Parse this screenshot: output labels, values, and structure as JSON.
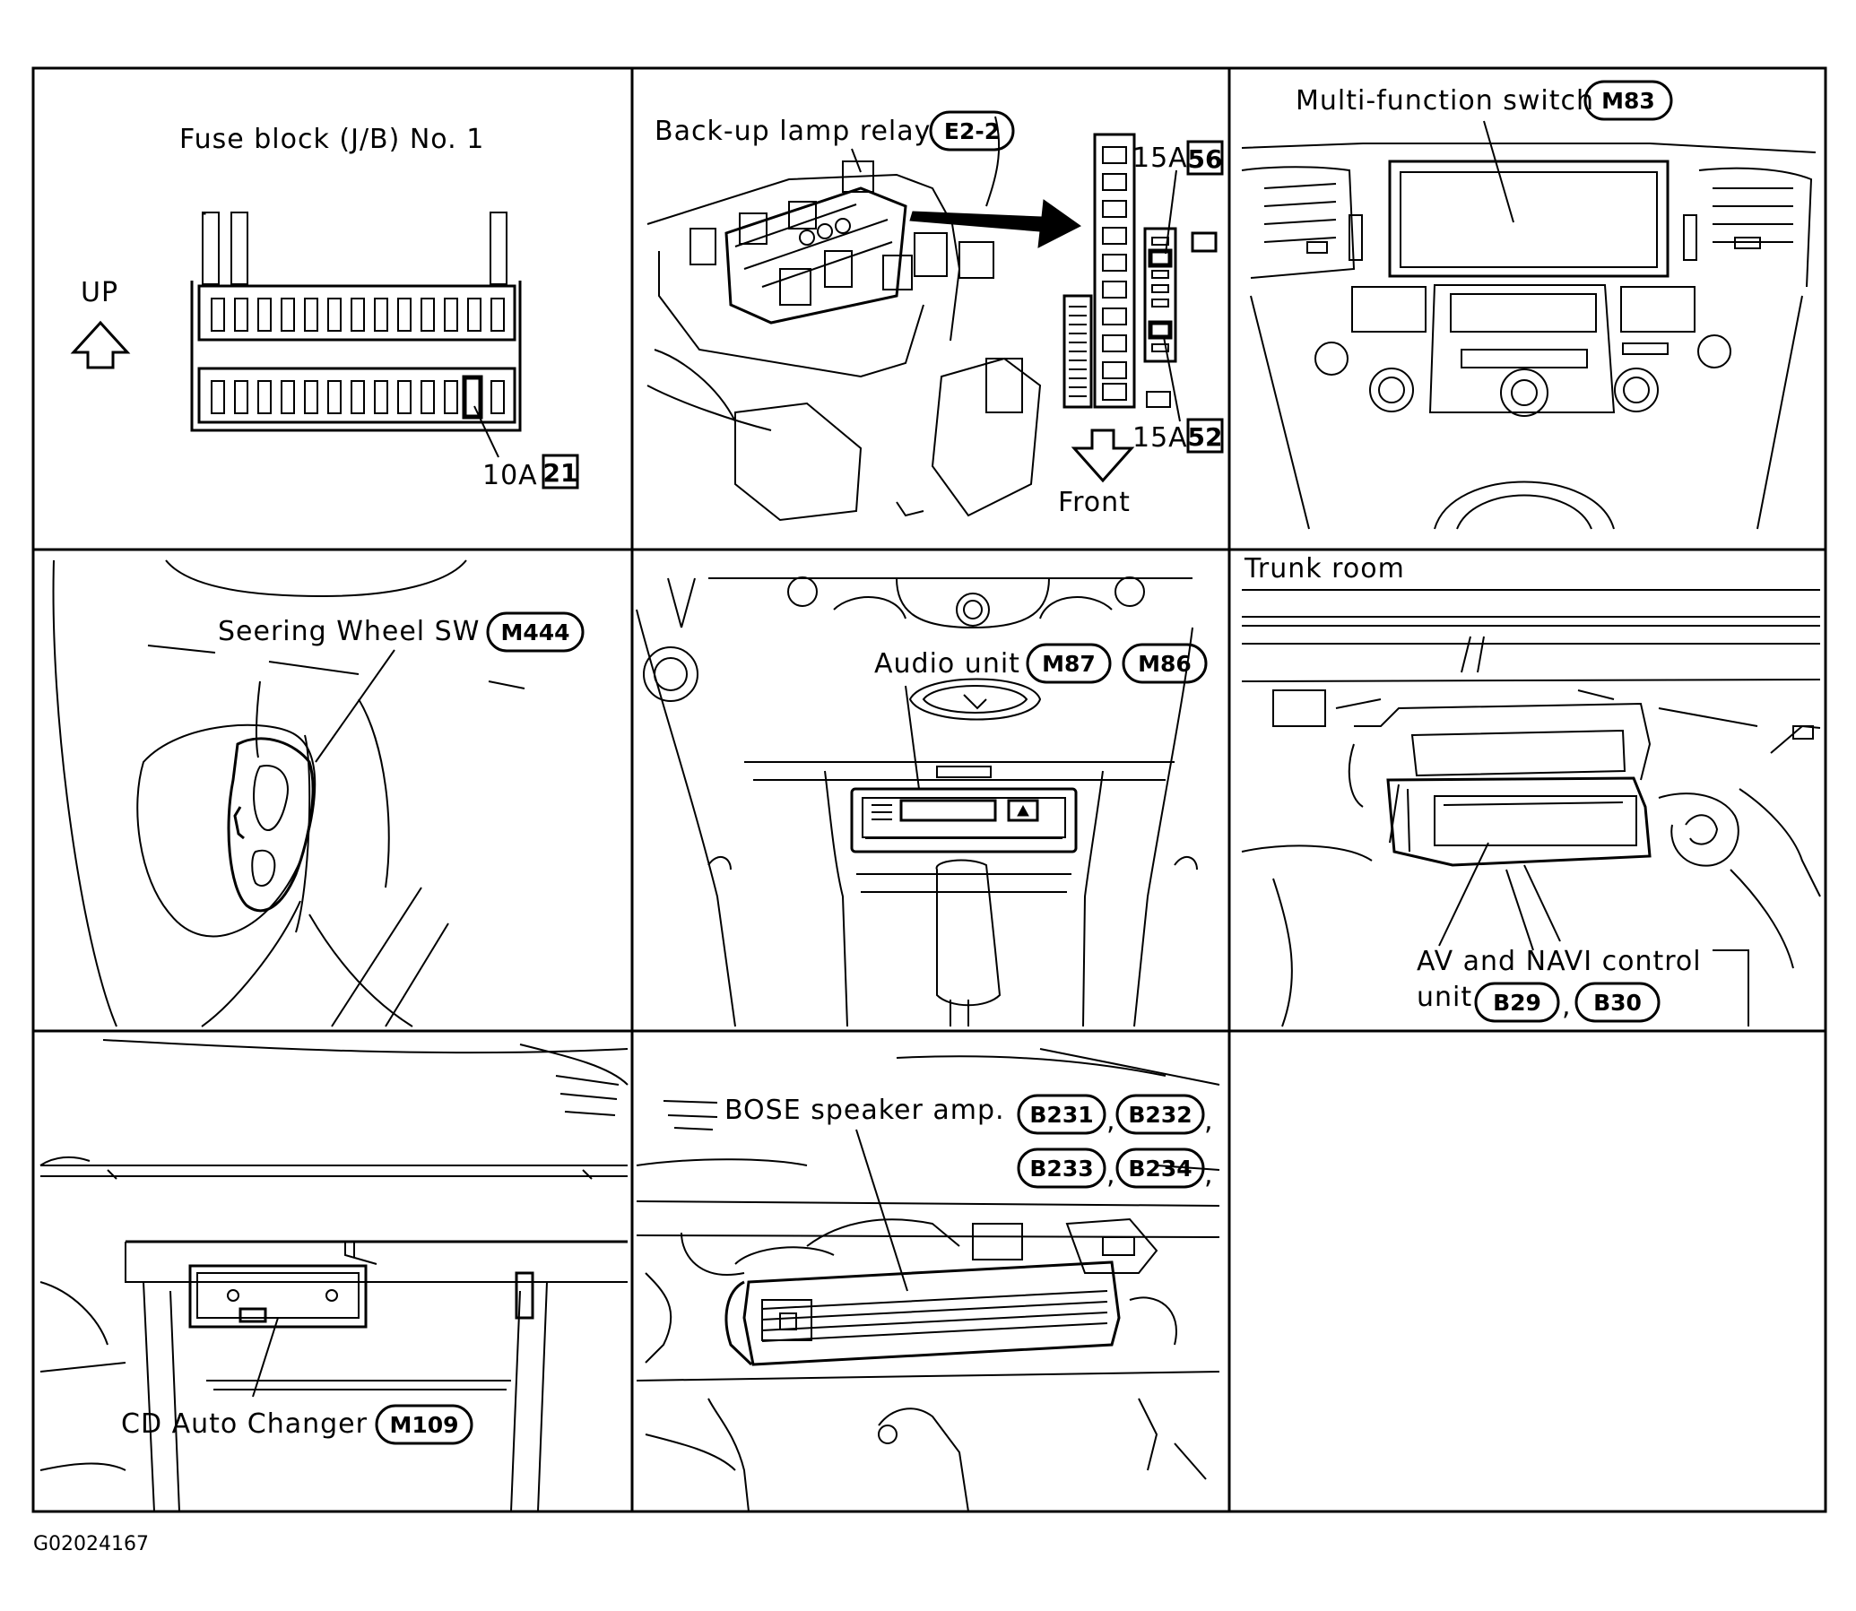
{
  "panels": {
    "fuse_block": {
      "title": "Fuse block (J/B) No. 1",
      "direction": "UP",
      "fuse_rating": "10A",
      "fuse_number": "21"
    },
    "backup_lamp_relay": {
      "label": "Back-up lamp relay",
      "connector": "E2-2",
      "fuse_top_rating": "15A",
      "fuse_top_number": "56",
      "fuse_bottom_rating": "15A",
      "fuse_bottom_number": "52",
      "direction": "Front"
    },
    "multi_function_switch": {
      "label": "Multi-function switch",
      "connector": "M83"
    },
    "steering_wheel_switch": {
      "label": "Seering Wheel SW",
      "connector": "M444"
    },
    "audio_unit": {
      "label": "Audio unit",
      "connector_1": "M87",
      "connector_2": "M86"
    },
    "trunk_room": {
      "area": "Trunk room",
      "label_line_1": "AV and NAVI control",
      "label_line_2": "unit",
      "connector_1": "B29",
      "connector_2": "B30",
      "separator": ","
    },
    "cd_auto_changer": {
      "label": "CD Auto Changer",
      "connector": "M109"
    },
    "bose_amp": {
      "label": "BOSE speaker amp.",
      "connector_1": "B231",
      "connector_2": "B232",
      "connector_3": "B233",
      "connector_4": "B234",
      "separator": ","
    }
  },
  "figure_id": "G02024167"
}
